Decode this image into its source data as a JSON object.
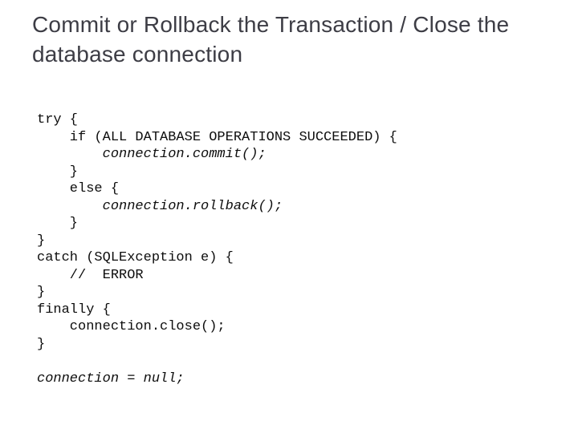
{
  "slide": {
    "title": "Commit or Rollback the Transaction / Close the database connection",
    "code_lines": [
      {
        "text": "try {",
        "style": "regular"
      },
      {
        "text": "    if (ALL DATABASE OPERATIONS SUCCEEDED) {",
        "style": "regular"
      },
      {
        "text": "        connection.commit();",
        "style": "italic"
      },
      {
        "text": "    }",
        "style": "regular"
      },
      {
        "text": "    else {",
        "style": "regular"
      },
      {
        "text": "        connection.rollback();",
        "style": "italic"
      },
      {
        "text": "    }",
        "style": "regular"
      },
      {
        "text": "}",
        "style": "regular"
      },
      {
        "text": "catch (SQLException e) {",
        "style": "regular"
      },
      {
        "text": "    //  ERROR",
        "style": "regular"
      },
      {
        "text": "}",
        "style": "regular"
      },
      {
        "text": "finally {",
        "style": "regular"
      },
      {
        "text": "    connection.close();",
        "style": "regular"
      },
      {
        "text": "}",
        "style": "regular"
      },
      {
        "text": "",
        "style": "regular"
      },
      {
        "text": "connection = null;",
        "style": "italic"
      }
    ],
    "colors": {
      "background": "#ffffff",
      "title_text": "#3d3d45",
      "code_text": "#0d0d0d"
    }
  }
}
